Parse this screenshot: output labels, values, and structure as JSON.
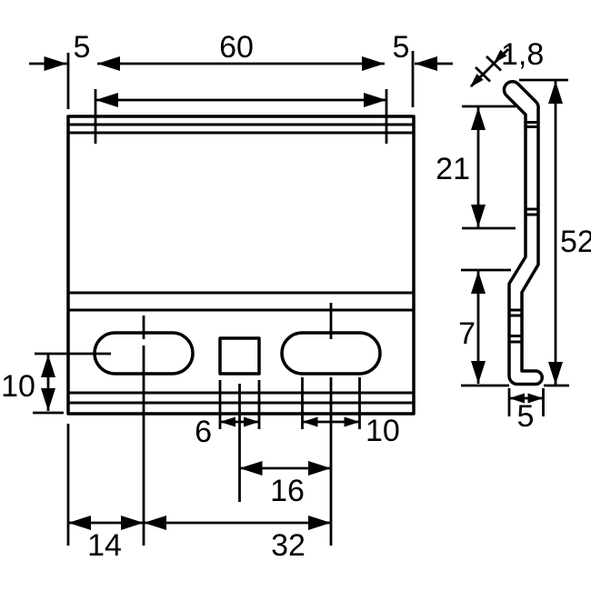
{
  "drawing": {
    "title": "bracket-dimension-drawing",
    "background": "#ffffff",
    "line_color": "#000000",
    "front_view": {
      "dims": {
        "left_margin": "5",
        "lip_width": "60",
        "right_margin": "5",
        "slot_center_height": "10",
        "square_width": "6",
        "slot_arc_distance": "10",
        "square_to_slot": "16",
        "edge_to_slot": "14",
        "slot_to_slot": "32"
      }
    },
    "side_view": {
      "dims": {
        "thickness": "1,8",
        "upper_length": "21",
        "total_height": "52",
        "lower_length": "7",
        "foot_depth": "5"
      }
    }
  }
}
